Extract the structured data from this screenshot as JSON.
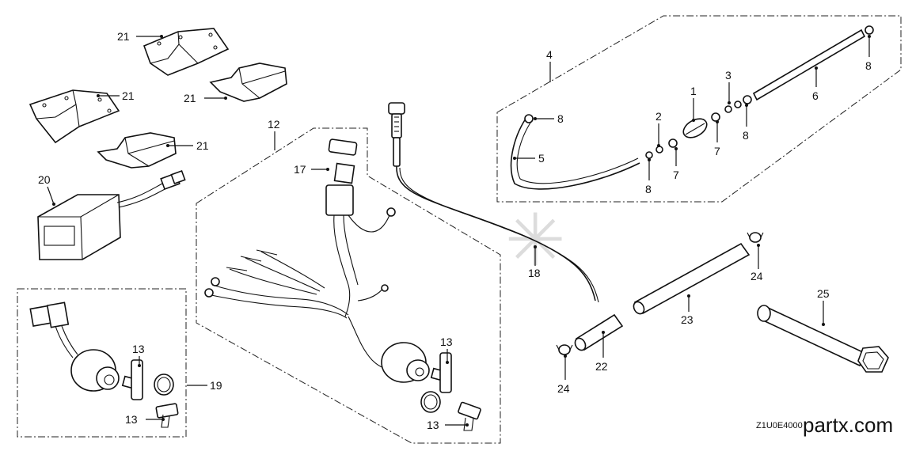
{
  "diagram": {
    "drawing_code": "Z1U0E4000",
    "brand": "partx.com",
    "callouts": [
      {
        "id": "c21a",
        "text": "21"
      },
      {
        "id": "c21b",
        "text": "21"
      },
      {
        "id": "c21c",
        "text": "21"
      },
      {
        "id": "c21d",
        "text": "21"
      },
      {
        "id": "c20",
        "text": "20"
      },
      {
        "id": "c19",
        "text": "19"
      },
      {
        "id": "c13a",
        "text": "13"
      },
      {
        "id": "c13b",
        "text": "13"
      },
      {
        "id": "c12",
        "text": "12"
      },
      {
        "id": "c17",
        "text": "17"
      },
      {
        "id": "c13c",
        "text": "13"
      },
      {
        "id": "c13d",
        "text": "13"
      },
      {
        "id": "c18",
        "text": "18"
      },
      {
        "id": "c4",
        "text": "4"
      },
      {
        "id": "c8a",
        "text": "8"
      },
      {
        "id": "c5",
        "text": "5"
      },
      {
        "id": "c2",
        "text": "2"
      },
      {
        "id": "c8b",
        "text": "8"
      },
      {
        "id": "c1",
        "text": "1"
      },
      {
        "id": "c7a",
        "text": "7"
      },
      {
        "id": "c7b",
        "text": "7"
      },
      {
        "id": "c3",
        "text": "3"
      },
      {
        "id": "c8c",
        "text": "8"
      },
      {
        "id": "c6",
        "text": "6"
      },
      {
        "id": "c8d",
        "text": "8"
      },
      {
        "id": "c24a",
        "text": "24"
      },
      {
        "id": "c25",
        "text": "25"
      },
      {
        "id": "c23",
        "text": "23"
      },
      {
        "id": "c22",
        "text": "22"
      },
      {
        "id": "c24b",
        "text": "24"
      }
    ]
  }
}
